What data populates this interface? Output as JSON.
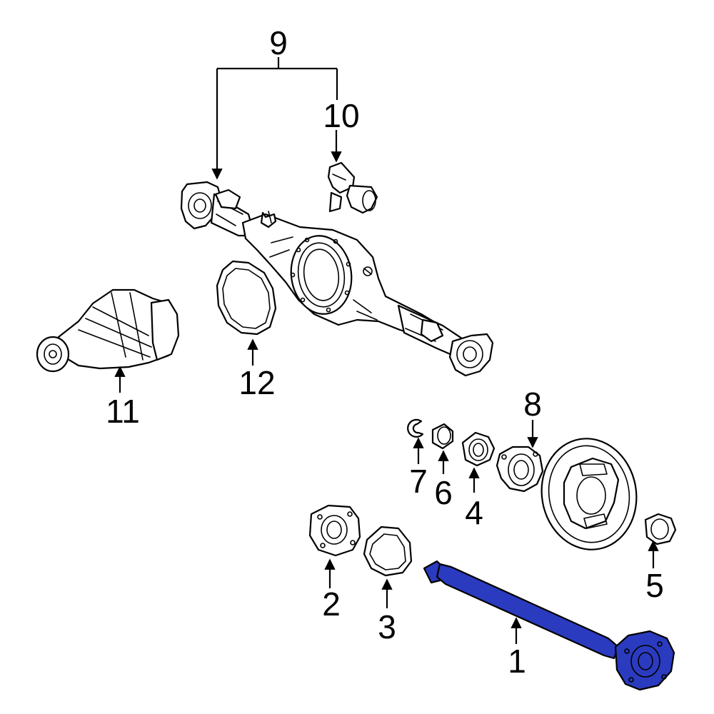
{
  "diagram": {
    "highlight_color": "#2b3bbf",
    "labels": {
      "axle_shaft": "1",
      "backing_plate_gasket": "2",
      "bearing_retainer_gasket": "3",
      "bearing": "4",
      "outer_seal": "5",
      "inner_seal": "6",
      "snap_ring": "7",
      "retainer": "8",
      "axle_housing": "9",
      "vent_bracket": "10",
      "differential": "11",
      "carrier_gasket": "12"
    }
  }
}
